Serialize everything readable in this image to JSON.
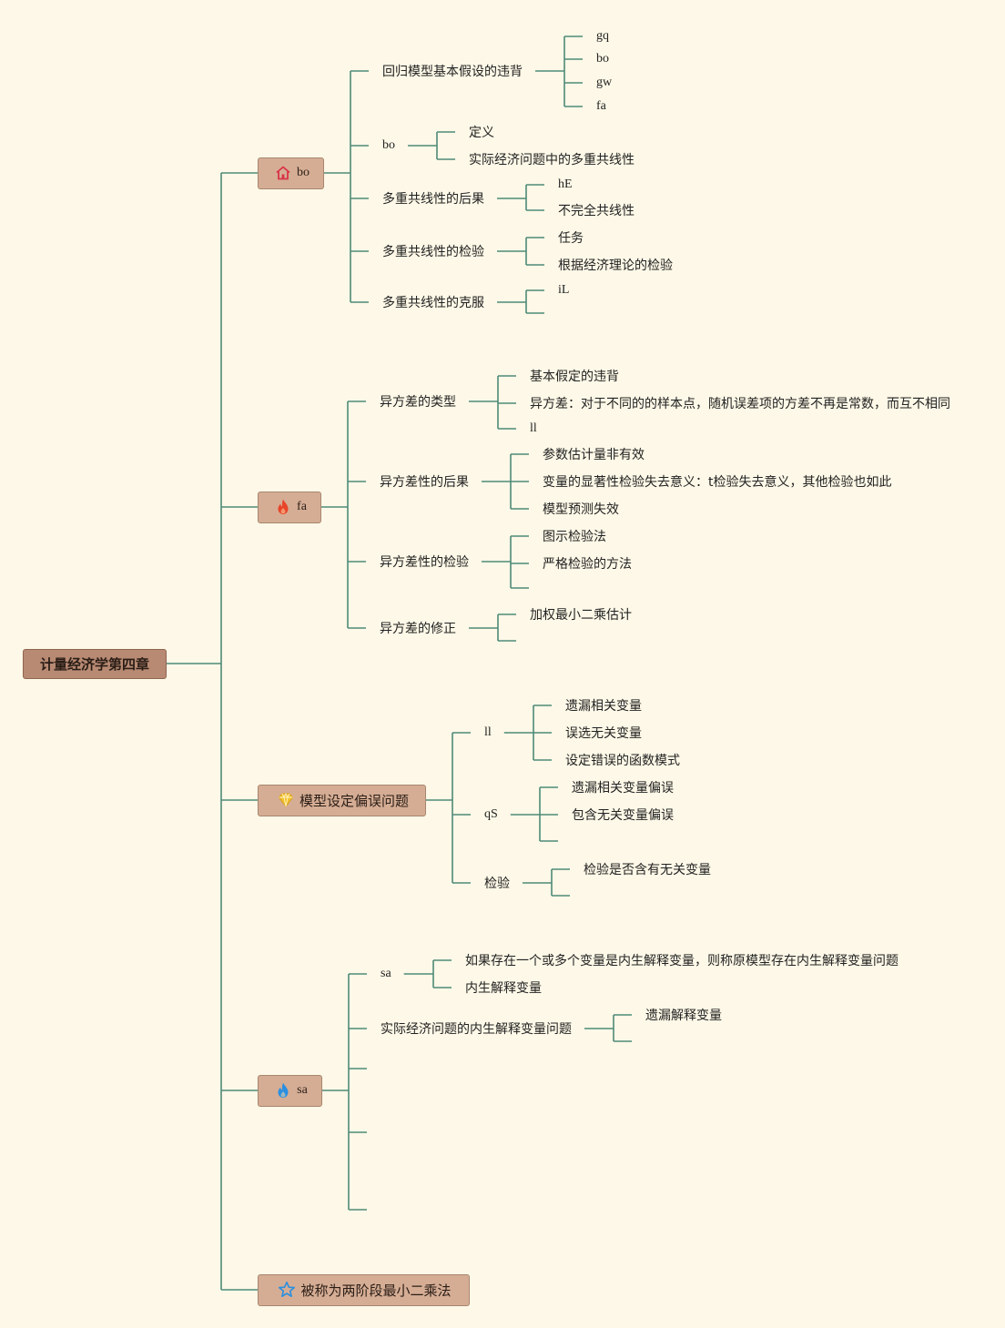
{
  "root": {
    "label": "计量经济学第四章"
  },
  "line_color": "#4f8a78",
  "branches": [
    {
      "label": "bo",
      "icon": "home-icon",
      "icon_color": "#d9344a",
      "children": [
        {
          "label": "回归模型基本假设的违背",
          "children": [
            "gq",
            "bo",
            "gw",
            "fa"
          ]
        },
        {
          "label": "bo",
          "children": [
            "定义",
            "实际经济问题中的多重共线性"
          ]
        },
        {
          "label": "多重共线性的后果",
          "children": [
            "hE",
            "不完全共线性"
          ]
        },
        {
          "label": "多重共线性的检验",
          "children": [
            "任务",
            "根据经济理论的检验"
          ]
        },
        {
          "label": "多重共线性的克服",
          "children": [
            "iL",
            ""
          ]
        }
      ]
    },
    {
      "label": "fa",
      "icon": "fire-icon",
      "icon_color": "#e8442a",
      "children": [
        {
          "label": "异方差的类型",
          "children": [
            "基本假定的违背",
            "异方差：对于不同的的样本点，随机误差项的方差不再是常数，而互不相同",
            "ll"
          ]
        },
        {
          "label": "异方差性的后果",
          "children": [
            "参数估计量非有效",
            "变量的显著性检验失去意义：t检验失去意义，其他检验也如此",
            "模型预测失效"
          ]
        },
        {
          "label": "异方差性的检验",
          "children": [
            "图示检验法",
            "严格检验的方法",
            ""
          ]
        },
        {
          "label": "异方差的修正",
          "children": [
            "加权最小二乘估计",
            ""
          ]
        }
      ]
    },
    {
      "label": "模型设定偏误问题",
      "icon": "diamond-icon",
      "icon_color": "#f2c12e",
      "children": [
        {
          "label": "ll",
          "children": [
            "遗漏相关变量",
            "误选无关变量",
            "设定错误的函数模式"
          ]
        },
        {
          "label": "qS",
          "children": [
            "遗漏相关变量偏误",
            "包含无关变量偏误",
            ""
          ]
        },
        {
          "label": "检验",
          "children": [
            "检验是否含有无关变量",
            ""
          ]
        }
      ]
    },
    {
      "label": "sa",
      "icon": "fire-icon",
      "icon_color": "#2a8fe0",
      "children": [
        {
          "label": "sa",
          "children": [
            "如果存在一个或多个变量是内生解释变量，则称原模型存在内生解释变量问题",
            "内生解释变量"
          ]
        },
        {
          "label": "实际经济问题的内生解释变量问题",
          "children": [
            "遗漏解释变量",
            ""
          ]
        },
        {
          "label": "",
          "children": []
        },
        {
          "label": "",
          "children": []
        },
        {
          "label": "",
          "children": []
        }
      ]
    },
    {
      "label": "被称为两阶段最小二乘法",
      "icon": "star-icon",
      "icon_color": "#2a8fe0",
      "children": []
    }
  ]
}
